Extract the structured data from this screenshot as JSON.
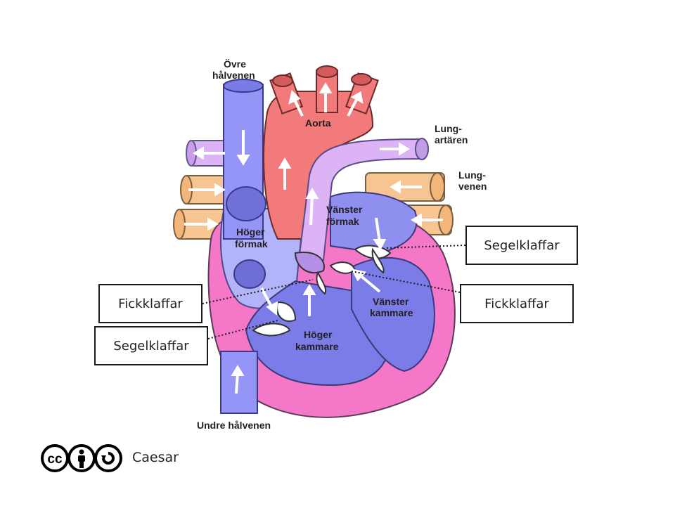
{
  "diagram": {
    "labels": {
      "ovre_halvenen_1": "Övre",
      "ovre_halvenen_2": "hålvenen",
      "aorta": "Aorta",
      "lungartaren_1": "Lung-",
      "lungartaren_2": "artären",
      "lungvenen_1": "Lung-",
      "lungvenen_2": "venen",
      "vanster_formak_1": "Vänster",
      "vanster_formak_2": "förmak",
      "hoger_formak_1": "Höger",
      "hoger_formak_2": "förmak",
      "vanster_kammare_1": "Vänster",
      "vanster_kammare_2": "kammare",
      "hoger_kammare_1": "Höger",
      "hoger_kammare_2": "kammare",
      "undre_halvenen": "Undre hålvenen"
    },
    "callouts": {
      "segelklaffar_right": "Segelklaffar",
      "fickklaffar_left": "Fickklaffar",
      "fickklaffar_right": "Fickklaffar",
      "segelklaffar_left": "Segelklaffar"
    }
  },
  "license": {
    "icons": [
      "cc-icon",
      "by-icon",
      "sa-icon"
    ],
    "author": "Caesar"
  },
  "colors": {
    "vein_blue": "#8f8ff5",
    "deox_chamber": "#7b7be6",
    "aorta_red": "#f27a7a",
    "pulmonary_lilac": "#d9a8f2",
    "pulmonary_vein_orange": "#f5c08f",
    "myocardium_pink": "#f26fbf"
  }
}
